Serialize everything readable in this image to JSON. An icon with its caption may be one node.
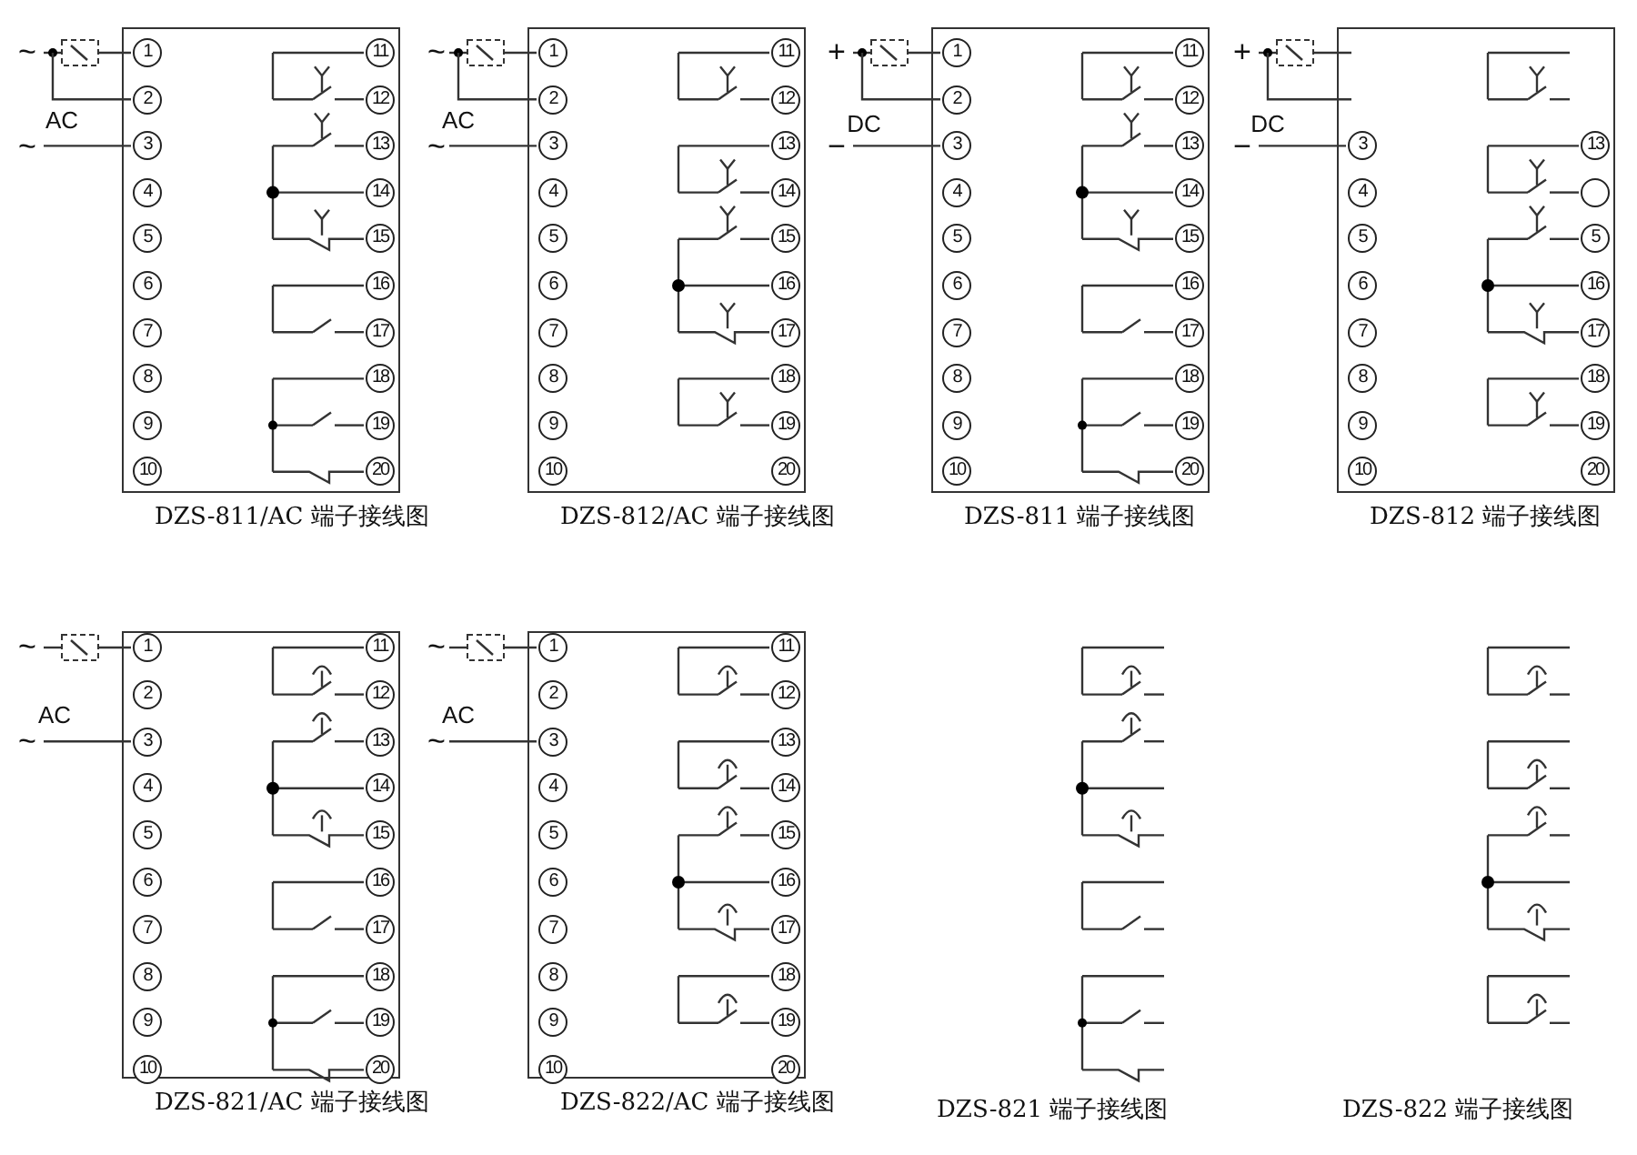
{
  "diagram": {
    "nodes": [
      {
        "text": [],
        "shape": "box",
        "beside": [
          "DZS-811/AC 端子接线图"
        ]
      },
      {
        "text": [
          "1"
        ],
        "in": 0
      },
      {
        "text": [
          "2"
        ],
        "in": 0
      },
      {
        "text": [
          "3"
        ],
        "in": 0
      },
      {
        "text": [
          "4"
        ],
        "in": 0
      },
      {
        "text": [
          "5"
        ],
        "in": 0
      },
      {
        "text": [
          "6"
        ],
        "in": 0
      },
      {
        "text": [
          "7"
        ],
        "in": 0
      },
      {
        "text": [
          "8"
        ],
        "in": 0
      },
      {
        "text": [
          "9"
        ],
        "in": 0
      },
      {
        "text": [
          "10"
        ],
        "in": 0
      },
      {
        "text": [
          "11"
        ],
        "in": 0
      },
      {
        "text": [
          "12"
        ],
        "in": 0
      },
      {
        "text": [
          "13"
        ],
        "in": 0
      },
      {
        "text": [
          "14"
        ],
        "in": 0
      },
      {
        "text": [
          "15"
        ],
        "in": 0
      },
      {
        "text": [
          "16"
        ],
        "in": 0
      },
      {
        "text": [
          "17"
        ],
        "in": 0
      },
      {
        "text": [
          "18"
        ],
        "in": 0
      },
      {
        "text": [
          "19"
        ],
        "in": 0
      },
      {
        "text": [
          "20"
        ],
        "in": 0
      },
      {
        "text": [],
        "shape": "box",
        "beside": [
          "DZS-812/AC 端子接线图"
        ]
      },
      {
        "text": [
          "1"
        ],
        "in": 21
      },
      {
        "text": [
          "2"
        ],
        "in": 21
      },
      {
        "text": [
          "3"
        ],
        "in": 21
      },
      {
        "text": [
          "4"
        ],
        "in": 21
      },
      {
        "text": [
          "5"
        ],
        "in": 21
      },
      {
        "text": [
          "6"
        ],
        "in": 21
      },
      {
        "text": [
          "7"
        ],
        "in": 21
      },
      {
        "text": [
          "8"
        ],
        "in": 21
      },
      {
        "text": [
          "9"
        ],
        "in": 21
      },
      {
        "text": [
          "10"
        ],
        "in": 21
      },
      {
        "text": [
          "11"
        ],
        "in": 21
      },
      {
        "text": [
          "12"
        ],
        "in": 21
      },
      {
        "text": [
          "13"
        ],
        "in": 21
      },
      {
        "text": [
          "14"
        ],
        "in": 21
      },
      {
        "text": [
          "15"
        ],
        "in": 21
      },
      {
        "text": [
          "16"
        ],
        "in": 21
      },
      {
        "text": [
          "17"
        ],
        "in": 21
      },
      {
        "text": [
          "18"
        ],
        "in": 21
      },
      {
        "text": [
          "19"
        ],
        "in": 21
      },
      {
        "text": [
          "20"
        ],
        "in": 21
      },
      {
        "text": [],
        "shape": "box",
        "beside": [
          "DZS-811 端子接线图"
        ]
      },
      {
        "text": [
          "1"
        ],
        "in": 42
      },
      {
        "text": [
          "2"
        ],
        "in": 42
      },
      {
        "text": [
          "3"
        ],
        "in": 42
      },
      {
        "text": [
          "4"
        ],
        "in": 42
      },
      {
        "text": [
          "5"
        ],
        "in": 42
      },
      {
        "text": [
          "6"
        ],
        "in": 42
      },
      {
        "text": [
          "7"
        ],
        "in": 42
      },
      {
        "text": [
          "8"
        ],
        "in": 42
      },
      {
        "text": [
          "9"
        ],
        "in": 42
      },
      {
        "text": [
          "10"
        ],
        "in": 42
      },
      {
        "text": [
          "11"
        ],
        "in": 42
      },
      {
        "text": [
          "12"
        ],
        "in": 42
      },
      {
        "text": [
          "13"
        ],
        "in": 42
      },
      {
        "text": [
          "14"
        ],
        "in": 42
      },
      {
        "text": [
          "15"
        ],
        "in": 42
      },
      {
        "text": [
          "16"
        ],
        "in": 42
      },
      {
        "text": [
          "17"
        ],
        "in": 42
      },
      {
        "text": [
          "18"
        ],
        "in": 42
      },
      {
        "text": [
          "19"
        ],
        "in": 42
      },
      {
        "text": [
          "20"
        ],
        "in": 42
      },
      {
        "text": [],
        "shape": "box",
        "beside": [
          "DZS-812 端子接线图"
        ]
      },
      {
        "text": [
          "3"
        ],
        "in": 63
      },
      {
        "text": [
          "4"
        ],
        "in": 63
      },
      {
        "text": [
          "5"
        ],
        "in": 63
      },
      {
        "text": [
          "6"
        ],
        "in": 63
      },
      {
        "text": [
          "7"
        ],
        "in": 63
      },
      {
        "text": [
          "8"
        ],
        "in": 63
      },
      {
        "text": [
          "9"
        ],
        "in": 63
      },
      {
        "text": [
          "10"
        ],
        "in": 63
      },
      {
        "text": [
          "13"
        ],
        "in": 63
      },
      {
        "text": [],
        "shape": "circle",
        "in": 63
      },
      {
        "text": [
          "5"
        ],
        "in": 63
      },
      {
        "text": [
          "16"
        ],
        "in": 63
      },
      {
        "text": [
          "17"
        ],
        "in": 63
      },
      {
        "text": [
          "18"
        ],
        "in": 63
      },
      {
        "text": [
          "19"
        ],
        "in": 63
      },
      {
        "text": [
          "20"
        ],
        "in": 63
      },
      {
        "text": [],
        "shape": "box",
        "beside": [
          "DZS-821/AC 端子接线图"
        ]
      },
      {
        "text": [
          "1"
        ],
        "in": 80
      },
      {
        "text": [
          "2"
        ],
        "in": 80
      },
      {
        "text": [
          "3"
        ],
        "in": 80
      },
      {
        "text": [
          "4"
        ],
        "in": 80
      },
      {
        "text": [
          "5"
        ],
        "in": 80
      },
      {
        "text": [
          "6"
        ],
        "in": 80
      },
      {
        "text": [
          "7"
        ],
        "in": 80
      },
      {
        "text": [
          "8"
        ],
        "in": 80
      },
      {
        "text": [
          "9"
        ],
        "in": 80
      },
      {
        "text": [
          "10"
        ],
        "in": 80
      },
      {
        "text": [
          "11"
        ],
        "in": 80
      },
      {
        "text": [
          "12"
        ],
        "in": 80
      },
      {
        "text": [
          "13"
        ],
        "in": 80
      },
      {
        "text": [
          "14"
        ],
        "in": 80
      },
      {
        "text": [
          "15"
        ],
        "in": 80
      },
      {
        "text": [
          "16"
        ],
        "in": 80
      },
      {
        "text": [
          "17"
        ],
        "in": 80
      },
      {
        "text": [
          "18"
        ],
        "in": 80
      },
      {
        "text": [
          "19"
        ],
        "in": 80
      },
      {
        "text": [
          "20"
        ],
        "in": 80
      },
      {
        "text": [],
        "shape": "box",
        "beside": [
          "DZS-822/AC 端子接线图"
        ]
      },
      {
        "text": [
          "1"
        ],
        "in": 101
      },
      {
        "text": [
          "2"
        ],
        "in": 101
      },
      {
        "text": [
          "3"
        ],
        "in": 101
      },
      {
        "text": [
          "4"
        ],
        "in": 101
      },
      {
        "text": [
          "5"
        ],
        "in": 101
      },
      {
        "text": [
          "6"
        ],
        "in": 101
      },
      {
        "text": [
          "7"
        ],
        "in": 101
      },
      {
        "text": [
          "8"
        ],
        "in": 101
      },
      {
        "text": [
          "9"
        ],
        "in": 101
      },
      {
        "text": [
          "10"
        ],
        "in": 101
      },
      {
        "text": [
          "11"
        ],
        "in": 101
      },
      {
        "text": [
          "12"
        ],
        "in": 101
      },
      {
        "text": [
          "13"
        ],
        "in": 101
      },
      {
        "text": [
          "14"
        ],
        "in": 101
      },
      {
        "text": [
          "15"
        ],
        "in": 101
      },
      {
        "text": [
          "16"
        ],
        "in": 101
      },
      {
        "text": [
          "17"
        ],
        "in": 101
      },
      {
        "text": [
          "18"
        ],
        "in": 101
      },
      {
        "text": [
          "19"
        ],
        "in": 101
      },
      {
        "text": [
          "20"
        ],
        "in": 101
      }
    ],
    "labels": [
      "~",
      "AC",
      "~",
      "~",
      "AC",
      "~",
      "+",
      "DC",
      "−",
      "+",
      "DC",
      "−",
      "~",
      "AC",
      "~",
      "~",
      "AC",
      "~",
      "DZS-821 端子接线图",
      "DZS-822 端子接线图"
    ]
  }
}
